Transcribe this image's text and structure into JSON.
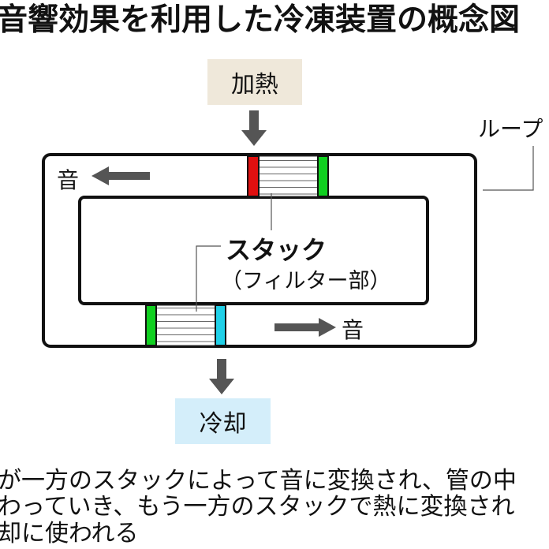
{
  "title": "音響効果を利用した冷凍装置の概念図",
  "heat_label": "加熱",
  "cool_label": "冷却",
  "loop_label": "ループ",
  "sound_left": "音",
  "sound_right": "音",
  "stack_label": "スタック",
  "stack_sublabel": "（フィルター部）",
  "caption": [
    "が一方のスタックによって音に変換され、管の中",
    "わっていき、もう一方のスタックで熱に変換され",
    "却に使われる"
  ],
  "colors": {
    "heat_bg": "#efe8da",
    "cool_bg": "#d4eefa",
    "hot_end": "#e01010",
    "neutral_end": "#10d020",
    "cold_end": "#20d0e8",
    "arrow": "#555555"
  }
}
